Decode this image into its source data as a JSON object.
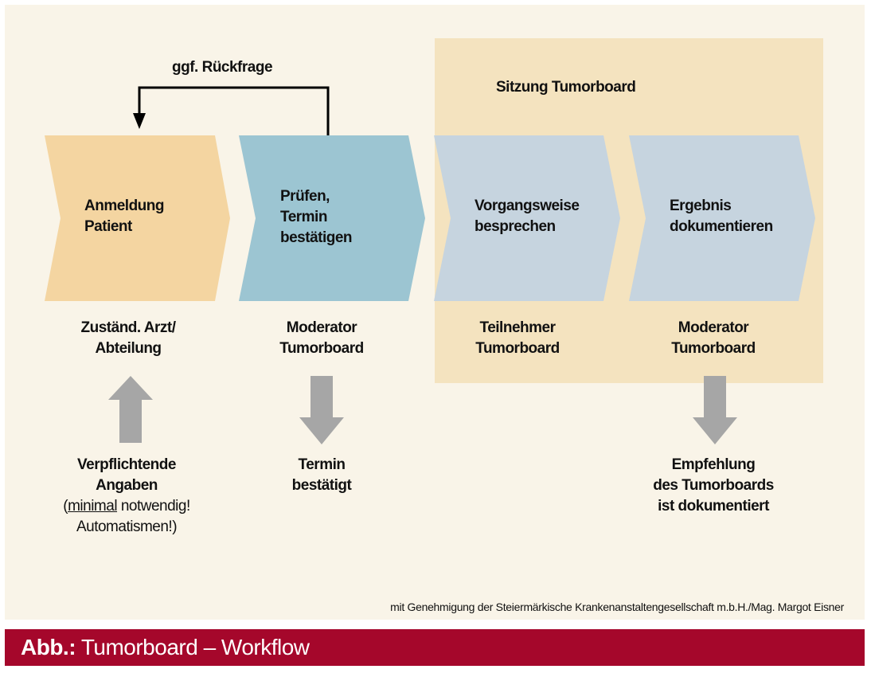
{
  "session_label": "Sitzung Tumorboard",
  "feedback_label": "ggf. Rückfrage",
  "steps": [
    {
      "line1": "Anmeldung",
      "line2": "Patient",
      "line3": "",
      "role1": "Zuständ. Arzt/",
      "role2": "Abteilung",
      "color": "#f4d5a1"
    },
    {
      "line1": "Prüfen,",
      "line2": "Termin",
      "line3": "bestätigen",
      "role1": "Moderator",
      "role2": "Tumorboard",
      "color": "#9cc5d2"
    },
    {
      "line1": "Vorgangsweise",
      "line2": "besprechen",
      "line3": "",
      "role1": "Teilnehmer",
      "role2": "Tumorboard",
      "color": "#c6d4df"
    },
    {
      "line1": "Ergebnis",
      "line2": "dokumentieren",
      "line3": "",
      "role1": "Moderator",
      "role2": "Tumorboard",
      "color": "#c6d4df"
    }
  ],
  "outcomes": [
    {
      "arrow": "up",
      "line1": "Verpflichtende",
      "line2": "Angaben",
      "line3_pre": "(",
      "line3_underline": "minimal",
      "line3_post": " notwendig!",
      "line4": "Automatismen!)"
    },
    {
      "arrow": "down",
      "line1": "Termin",
      "line2": "bestätigt"
    },
    {
      "arrow": "down",
      "line1": "Empfehlung",
      "line2": "des Tumorboards",
      "line3": "ist dokumentiert"
    }
  ],
  "credit": "mit Genehmigung der Steiermärkische Krankenanstaltengesellschaft m.b.H./Mag. Margot Eisner",
  "caption": {
    "prefix": "Abb.:",
    "title": "Tumorboard – Workflow",
    "bar_color": "#a5072b"
  },
  "colors": {
    "panel": "#f9f4e8",
    "session_box": "#f4e3bf",
    "gray_arrow": "#a6a6a6"
  }
}
